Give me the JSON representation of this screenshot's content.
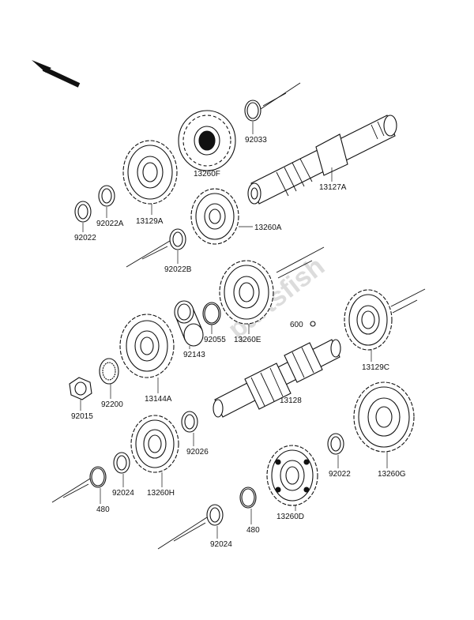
{
  "colors": {
    "ink": "#111111",
    "paper": "#ffffff",
    "watermark": "#d0d0d0"
  },
  "icons": {
    "direction": "front-arrow-icon"
  },
  "watermark": "partsfish",
  "labels": {
    "p92033": "92033",
    "p13260F": "13260F",
    "p13127A": "13127A",
    "p13129A": "13129A",
    "p92022A": "92022A",
    "p92022_top": "92022",
    "p13260A": "13260A",
    "p92022B": "92022B",
    "p600": "600",
    "p92055": "92055",
    "p92143": "92143",
    "p13260E": "13260E",
    "p13129C": "13129C",
    "p13144A": "13144A",
    "p92200": "92200",
    "p92015": "92015",
    "p13128": "13128",
    "p92026": "92026",
    "p13260G": "13260G",
    "p92022_right": "92022",
    "p480_left": "480",
    "p92024_left": "92024",
    "p13260H": "13260H",
    "p13260D": "13260D",
    "p480_mid": "480",
    "p92024_bottom": "92024"
  }
}
